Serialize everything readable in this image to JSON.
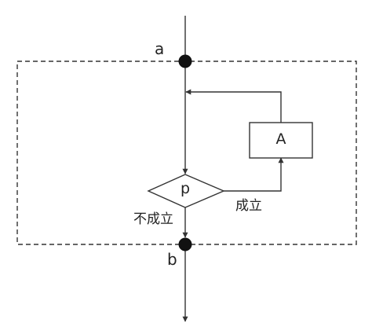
{
  "diagram": {
    "point_entry": "a",
    "point_exit": "b",
    "decision_label": "p",
    "process_label": "A",
    "branch_true": "成立",
    "branch_false": "不成立"
  }
}
